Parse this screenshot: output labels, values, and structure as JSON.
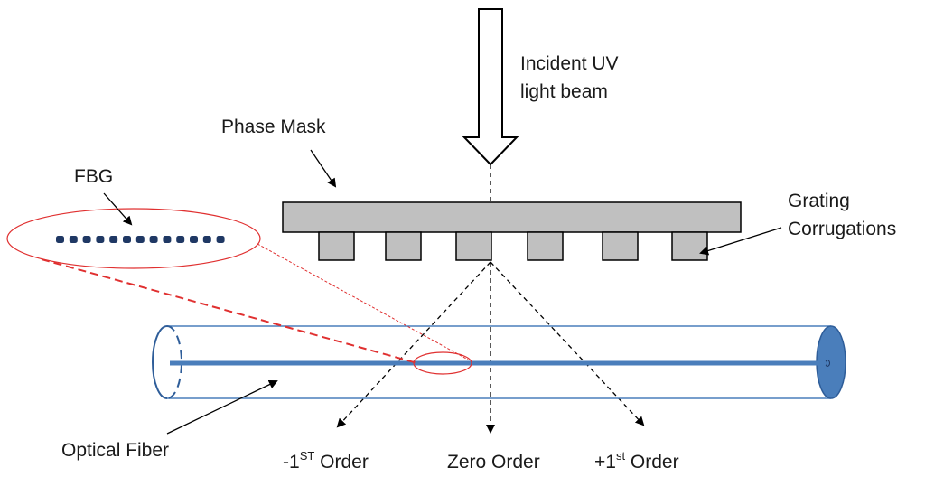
{
  "labels": {
    "incident_line1": "Incident UV",
    "incident_line2": "light beam",
    "phase_mask": "Phase Mask",
    "fbg": "FBG",
    "grating_line1": "Grating",
    "grating_line2": "Corrugations",
    "optical_fiber": "Optical Fiber",
    "minus_first_pre": "-1",
    "minus_first_sup": "ST",
    "minus_first_post": " Order",
    "zero_order": "Zero Order",
    "plus_first_pre": "+1",
    "plus_first_sup": "st",
    "plus_first_post": " Order"
  },
  "colors": {
    "mask_fill": "#c0c0c0",
    "fiber_blue": "#4a7ebb",
    "fbg_dots": "#1f3864",
    "zoom_red": "#e03030"
  }
}
